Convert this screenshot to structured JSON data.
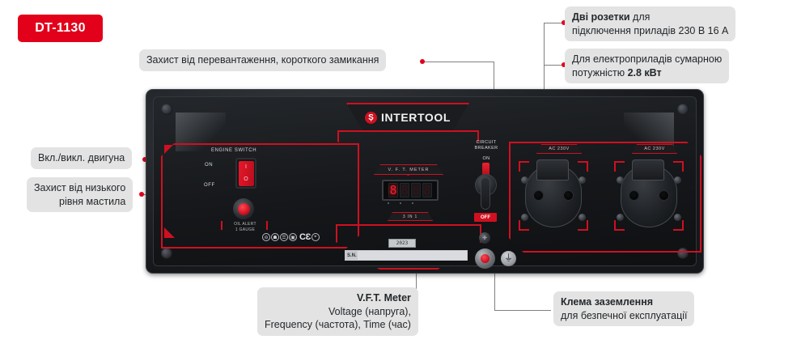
{
  "badge": {
    "model": "DT-1130"
  },
  "callouts": [
    {
      "id": "overload",
      "line1_bold": "",
      "line1": "Захист від перевантаження, короткого замикання",
      "line2": ""
    },
    {
      "id": "sockets",
      "line1_bold": "Дві розетки",
      "line1": " для",
      "line2": "підключення приладів 230 В 16 А"
    },
    {
      "id": "power",
      "line1": "Для електроприладів сумарною",
      "line2_pre": "потужністю ",
      "line2_bold": "2.8 кВт"
    },
    {
      "id": "engine",
      "line1": "Вкл./викл. двигуна"
    },
    {
      "id": "oil",
      "line1": "Захист від низького",
      "line2": "рівня мастила"
    },
    {
      "id": "vft",
      "line1_bold": "V.F.T. Meter",
      "line2": "Voltage (напруга),",
      "line3": "Frequency (частота), Time (час)"
    },
    {
      "id": "ground",
      "line1_bold": "Клема заземлення",
      "line2": "для безпечної експлуатації"
    }
  ],
  "panel": {
    "brand": "INTERTOOL",
    "brand_mark": "Ș",
    "engine_switch": {
      "title": "ENGINE SWITCH",
      "on": "ON",
      "off": "OFF",
      "rocker_on": "I",
      "rocker_off": "O"
    },
    "oil_alert": {
      "title": "OIL ALERT",
      "sub": "1 GAUGE"
    },
    "certs": [
      "⊖",
      "☗",
      "☰",
      "▣"
    ],
    "ce_mark": "CƐ",
    "vft": {
      "tag": "V. F. T. METER",
      "digits": [
        "8",
        "8",
        "8",
        "8"
      ],
      "active_index": 0,
      "three_in_one": "3 IN 1"
    },
    "serial": {
      "label": "S.N.",
      "year": "2023"
    },
    "circuit_breaker": {
      "title_line1": "CIRCUIT",
      "title_line2": "BREAKER",
      "on": "ON",
      "off": "OFF"
    },
    "sockets": [
      {
        "label": "AC 230V"
      },
      {
        "label": "AC 230V"
      }
    ]
  },
  "colors": {
    "brand_red": "#e2001a",
    "panel_red": "#cf1020",
    "bubble_grey": "#e3e3e3",
    "leader_grey": "#808080",
    "text_dark": "#23282c"
  }
}
